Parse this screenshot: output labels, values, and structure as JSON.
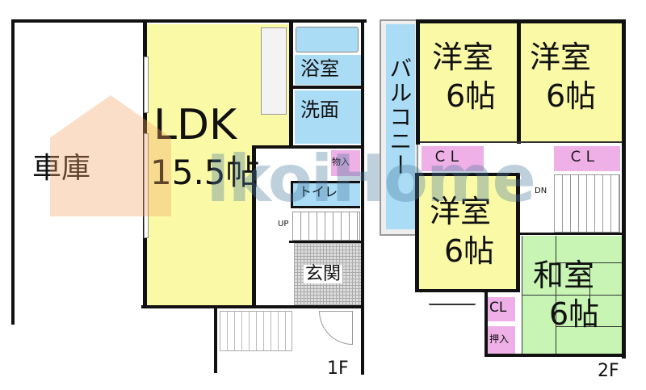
{
  "floor1": {
    "label": "1F",
    "rooms": {
      "garage": "車庫",
      "ldk_name": "LDK",
      "ldk_size": "15.5帖",
      "bath": "浴室",
      "washroom": "洗面",
      "storage": "物入",
      "toilet": "トイレ",
      "stairs_direction": "UP",
      "entrance": "玄関"
    }
  },
  "floor2": {
    "label": "2F",
    "rooms": {
      "balcony": "バルコニー",
      "western_room_1_name": "洋室",
      "western_room_1_size": "6帖",
      "western_room_2_name": "洋室",
      "western_room_2_size": "6帖",
      "western_room_3_name": "洋室",
      "western_room_3_size": "6帖",
      "japanese_room_name": "和室",
      "japanese_room_size": "6帖",
      "closet_1": "ＣＬ",
      "closet_2": "ＣＬ",
      "closet_3": "CL",
      "oshiire": "押入",
      "stairs_direction": "DN"
    }
  },
  "watermark": "IkoiHome",
  "colors": {
    "ldk_and_western": "#fafaa6",
    "wet_areas": "#aadcf5",
    "closets": "#eeb0e6",
    "japanese_room": "#c8f5b4"
  }
}
